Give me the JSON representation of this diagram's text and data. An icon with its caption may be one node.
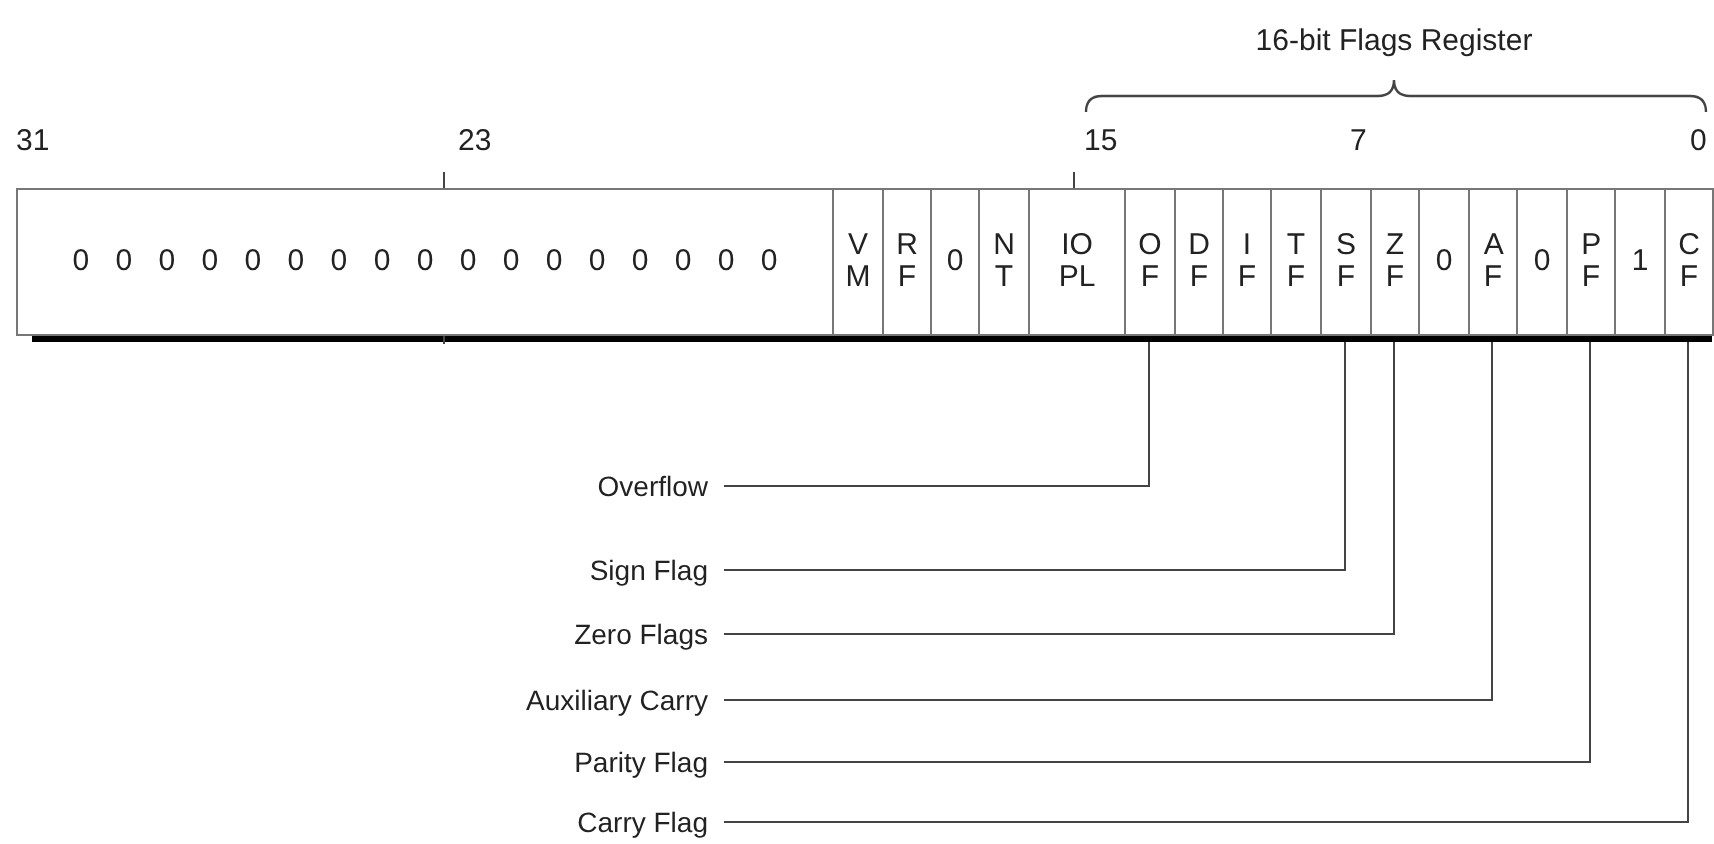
{
  "diagram": {
    "nodes": [
      {
        "text": [
          "0 0 0 0 0 0 0 0 0 0 0 0 0 0 0 0 0"
        ]
      },
      {
        "text": [
          "V M"
        ]
      },
      {
        "text": [
          "R F"
        ]
      },
      {
        "text": [
          "0"
        ]
      },
      {
        "text": [
          "N T"
        ]
      },
      {
        "text": [
          "IO PL"
        ]
      },
      {
        "text": [
          "O F"
        ]
      },
      {
        "text": [
          "D F"
        ]
      },
      {
        "text": [
          "I F"
        ]
      },
      {
        "text": [
          "T F"
        ]
      },
      {
        "text": [
          "S F"
        ]
      },
      {
        "text": [
          "Z F"
        ]
      },
      {
        "text": [
          "0"
        ]
      },
      {
        "text": [
          "A F"
        ]
      },
      {
        "text": [
          "0"
        ]
      },
      {
        "text": [
          "P F"
        ]
      },
      {
        "text": [
          "1"
        ]
      },
      {
        "text": [
          "C F"
        ]
      },
      {
        "text": [
          "Overflow"
        ]
      },
      {
        "text": [
          "Sign Flag"
        ]
      },
      {
        "text": [
          "Zero Flags"
        ]
      },
      {
        "text": [
          "Auxiliary Carry"
        ]
      },
      {
        "text": [
          "Parity Flag"
        ]
      },
      {
        "text": [
          "Carry Flag"
        ]
      }
    ],
    "edges": [
      {
        "from": 18,
        "to": 6,
        "arrow": "none"
      },
      {
        "from": 19,
        "to": 10,
        "arrow": "none"
      },
      {
        "from": 20,
        "to": 11,
        "arrow": "none"
      },
      {
        "from": 21,
        "to": 13,
        "arrow": "none"
      },
      {
        "from": 22,
        "to": 15,
        "arrow": "none"
      },
      {
        "from": 23,
        "to": 17,
        "arrow": "none"
      }
    ],
    "labels": [
      "16-bit Flags Register",
      "31",
      "23",
      "15",
      "7",
      "0"
    ]
  }
}
